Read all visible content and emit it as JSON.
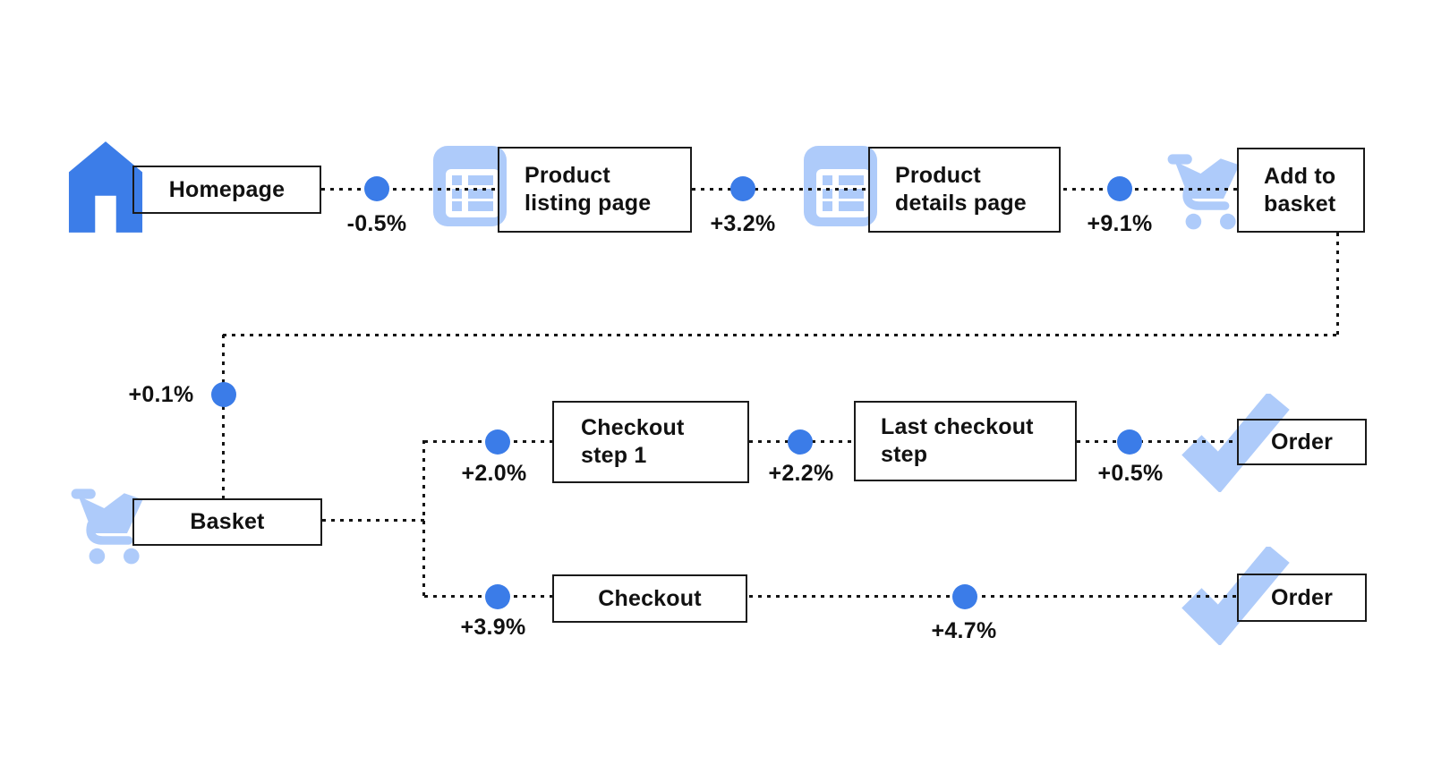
{
  "diagram_title": "E-commerce page flow with conversion-rate deltas",
  "colors": {
    "primary_blue": "#3b7ce8",
    "light_blue": "#aecbfa",
    "line_black": "#141414",
    "text_black": "#111111",
    "background": "#ffffff"
  },
  "nodes": {
    "homepage": {
      "label": "Homepage",
      "icon": "home-icon"
    },
    "product_listing": {
      "line1": "Product",
      "line2": "listing page",
      "icon": "list-page-icon"
    },
    "product_details": {
      "line1": "Product",
      "line2": "details page",
      "icon": "list-page-icon"
    },
    "add_to_basket": {
      "line1": "Add to",
      "line2": "basket",
      "icon": "cart-icon"
    },
    "basket": {
      "label": "Basket",
      "icon": "cart-icon"
    },
    "checkout_step_1": {
      "line1": "Checkout",
      "line2": "step 1"
    },
    "last_checkout_step": {
      "line1": "Last checkout",
      "line2": "step"
    },
    "order_top": {
      "label": "Order",
      "icon": "check-icon"
    },
    "checkout": {
      "label": "Checkout"
    },
    "order_bottom": {
      "label": "Order",
      "icon": "check-icon"
    }
  },
  "edges": [
    {
      "from": "Homepage",
      "to": "Product listing page",
      "delta": "-0.5%"
    },
    {
      "from": "Product listing page",
      "to": "Product details page",
      "delta": "+3.2%"
    },
    {
      "from": "Product details page",
      "to": "Add to basket",
      "delta": "+9.1%"
    },
    {
      "from": "Add to basket",
      "to": "Basket",
      "delta": "+0.1%"
    },
    {
      "from": "Basket",
      "to": "Checkout step 1",
      "delta": "+2.0%"
    },
    {
      "from": "Checkout step 1",
      "to": "Last checkout step",
      "delta": "+2.2%"
    },
    {
      "from": "Last checkout step",
      "to": "Order",
      "delta": "+0.5%"
    },
    {
      "from": "Basket",
      "to": "Checkout",
      "delta": "+3.9%"
    },
    {
      "from": "Checkout",
      "to": "Order",
      "delta": "+4.7%"
    }
  ]
}
